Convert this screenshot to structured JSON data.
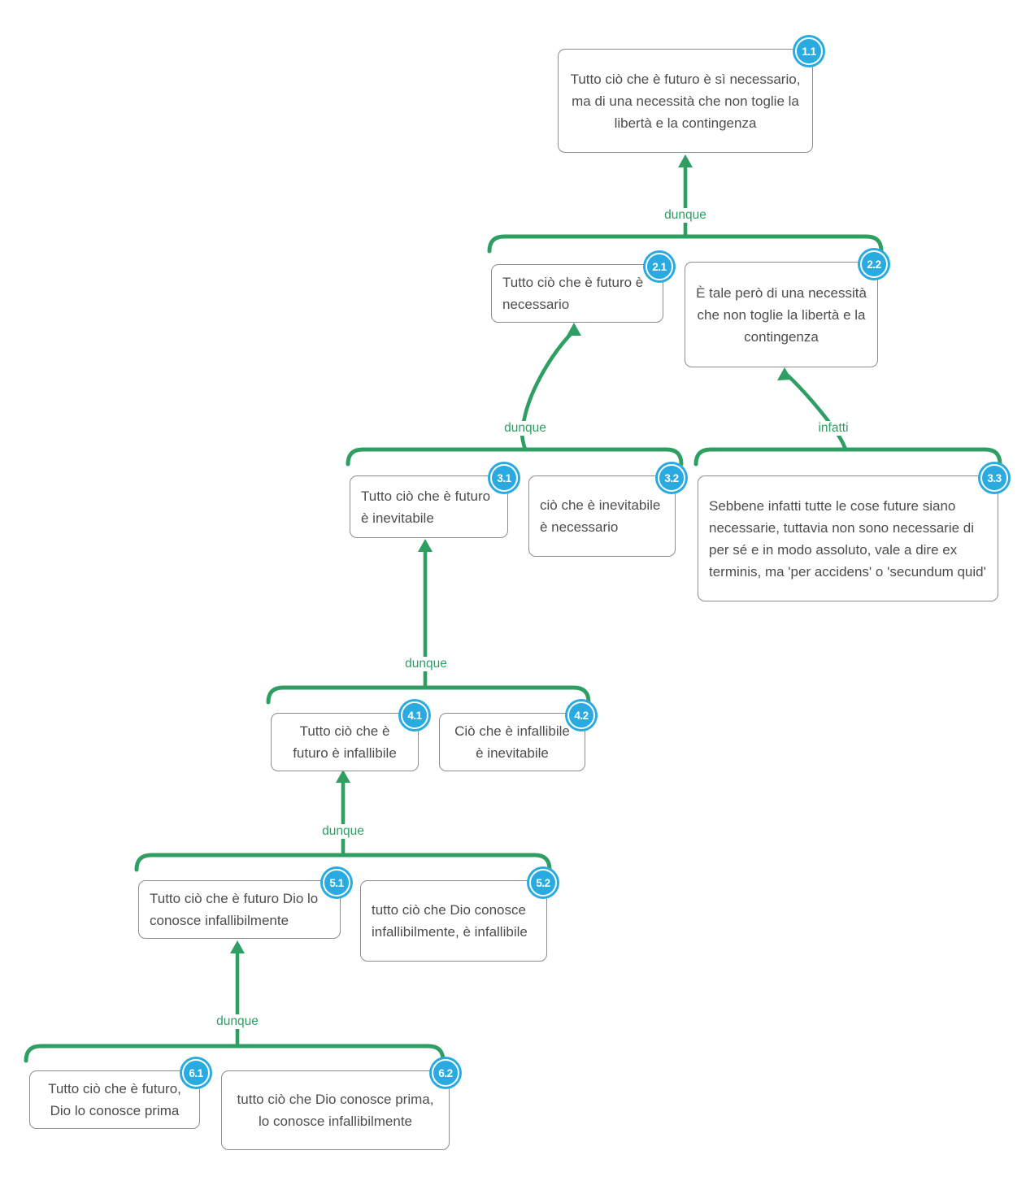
{
  "diagram": {
    "nodes": {
      "n11": {
        "id": "1.1",
        "text": "Tutto ciò che è futuro è sì necessario, ma di una necessità che non toglie la libertà e la contingenza"
      },
      "n21": {
        "id": "2.1",
        "text": "Tutto ciò che è futuro è necessario"
      },
      "n22": {
        "id": "2.2",
        "text": "È tale però di una necessità che non toglie la libertà e la contingenza"
      },
      "n31": {
        "id": "3.1",
        "text": "Tutto ciò che è futuro è inevitabile"
      },
      "n32": {
        "id": "3.2",
        "text": "ciò che è inevitabile è necessario"
      },
      "n33": {
        "id": "3.3",
        "text": "Sebbene infatti tutte le cose future siano necessarie, tuttavia non sono necessarie di per sé e in modo assoluto, vale a dire ex terminis, ma 'per accidens' o 'secundum quid'"
      },
      "n41": {
        "id": "4.1",
        "text": "Tutto ciò che è futuro è infallibile"
      },
      "n42": {
        "id": "4.2",
        "text": "Ciò che è infallibile è inevitabile"
      },
      "n51": {
        "id": "5.1",
        "text": "Tutto ciò che è futuro Dio lo conosce infallibilmente"
      },
      "n52": {
        "id": "5.2",
        "text": "tutto ciò che Dio conosce infallibilmente, è infallibile"
      },
      "n61": {
        "id": "6.1",
        "text": "Tutto ciò che è futuro, Dio lo conosce prima"
      },
      "n62": {
        "id": "6.2",
        "text": "tutto ciò che Dio conosce prima, lo conosce infallibilmente"
      }
    },
    "connectors": {
      "c1": {
        "label": "dunque"
      },
      "c2": {
        "label": "dunque"
      },
      "c3": {
        "label": "infatti"
      },
      "c4": {
        "label": "dunque"
      },
      "c5": {
        "label": "dunque"
      },
      "c6": {
        "label": "dunque"
      }
    },
    "colors": {
      "connector_green": "#2f9e63",
      "badge_blue": "#29abe2",
      "box_border_gray": "#8c8c8c",
      "text_gray": "#4d4d4d"
    }
  }
}
